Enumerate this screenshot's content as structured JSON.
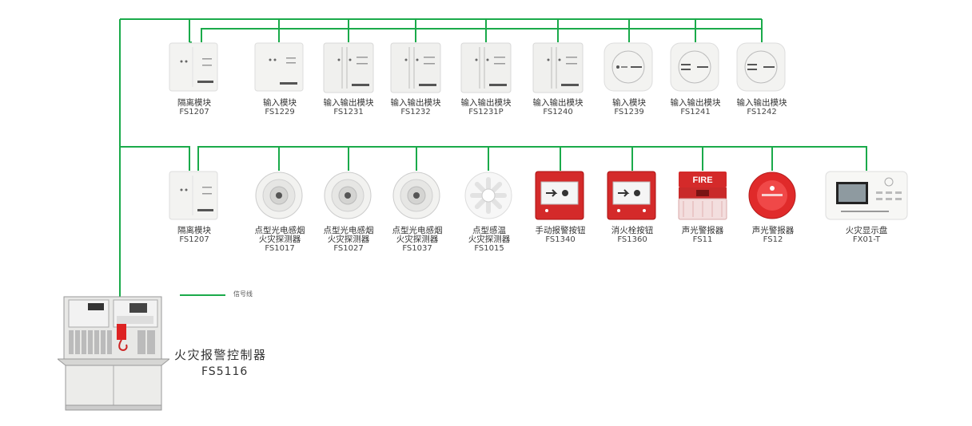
{
  "bus_color": "#1aaa4a",
  "legend": {
    "label": "信号线"
  },
  "controller": {
    "name": "火灾报警控制器",
    "model": "FS5116"
  },
  "top_row": [
    {
      "name": "隔离模块",
      "model": "FS1207",
      "icon": "isolation-module-icon"
    },
    {
      "name": "输入模块",
      "model": "FS1229",
      "icon": "input-module-icon"
    },
    {
      "name": "输入输出模块",
      "model": "FS1231",
      "icon": "io-module-icon"
    },
    {
      "name": "输入输出模块",
      "model": "FS1232",
      "icon": "io-module-icon"
    },
    {
      "name": "输入输出模块",
      "model": "FS1231P",
      "icon": "io-module-icon"
    },
    {
      "name": "输入输出模块",
      "model": "FS1240",
      "icon": "io-module-icon"
    },
    {
      "name": "输入模块",
      "model": "FS1239",
      "icon": "round-input-module-icon"
    },
    {
      "name": "输入输出模块",
      "model": "FS1241",
      "icon": "round-io-module-icon"
    },
    {
      "name": "输入输出模块",
      "model": "FS1242",
      "icon": "round-io-module-icon"
    }
  ],
  "bottom_row": [
    {
      "name": "隔离模块",
      "model": "FS1207",
      "icon": "isolation-module-icon"
    },
    {
      "name": "点型光电感烟",
      "name2": "火灾探测器",
      "model": "FS1017",
      "icon": "smoke-detector-icon"
    },
    {
      "name": "点型光电感烟",
      "name2": "火灾探测器",
      "model": "FS1027",
      "icon": "smoke-detector-icon"
    },
    {
      "name": "点型光电感烟",
      "name2": "火灾探测器",
      "model": "FS1037",
      "icon": "smoke-detector-icon"
    },
    {
      "name": "点型感温",
      "name2": "火灾探测器",
      "model": "FS1015",
      "icon": "heat-detector-icon"
    },
    {
      "name": "手动报警按钮",
      "model": "FS1340",
      "icon": "manual-call-point-icon"
    },
    {
      "name": "消火栓按钮",
      "model": "FS1360",
      "icon": "hydrant-button-icon"
    },
    {
      "name": "声光警报器",
      "model": "FS11",
      "icon": "strobe-siren-icon",
      "badge": "FIRE"
    },
    {
      "name": "声光警报器",
      "model": "FS12",
      "icon": "round-siren-icon"
    },
    {
      "name": "火灾显示盘",
      "model": "FX01-T",
      "icon": "fire-display-panel-icon"
    }
  ]
}
